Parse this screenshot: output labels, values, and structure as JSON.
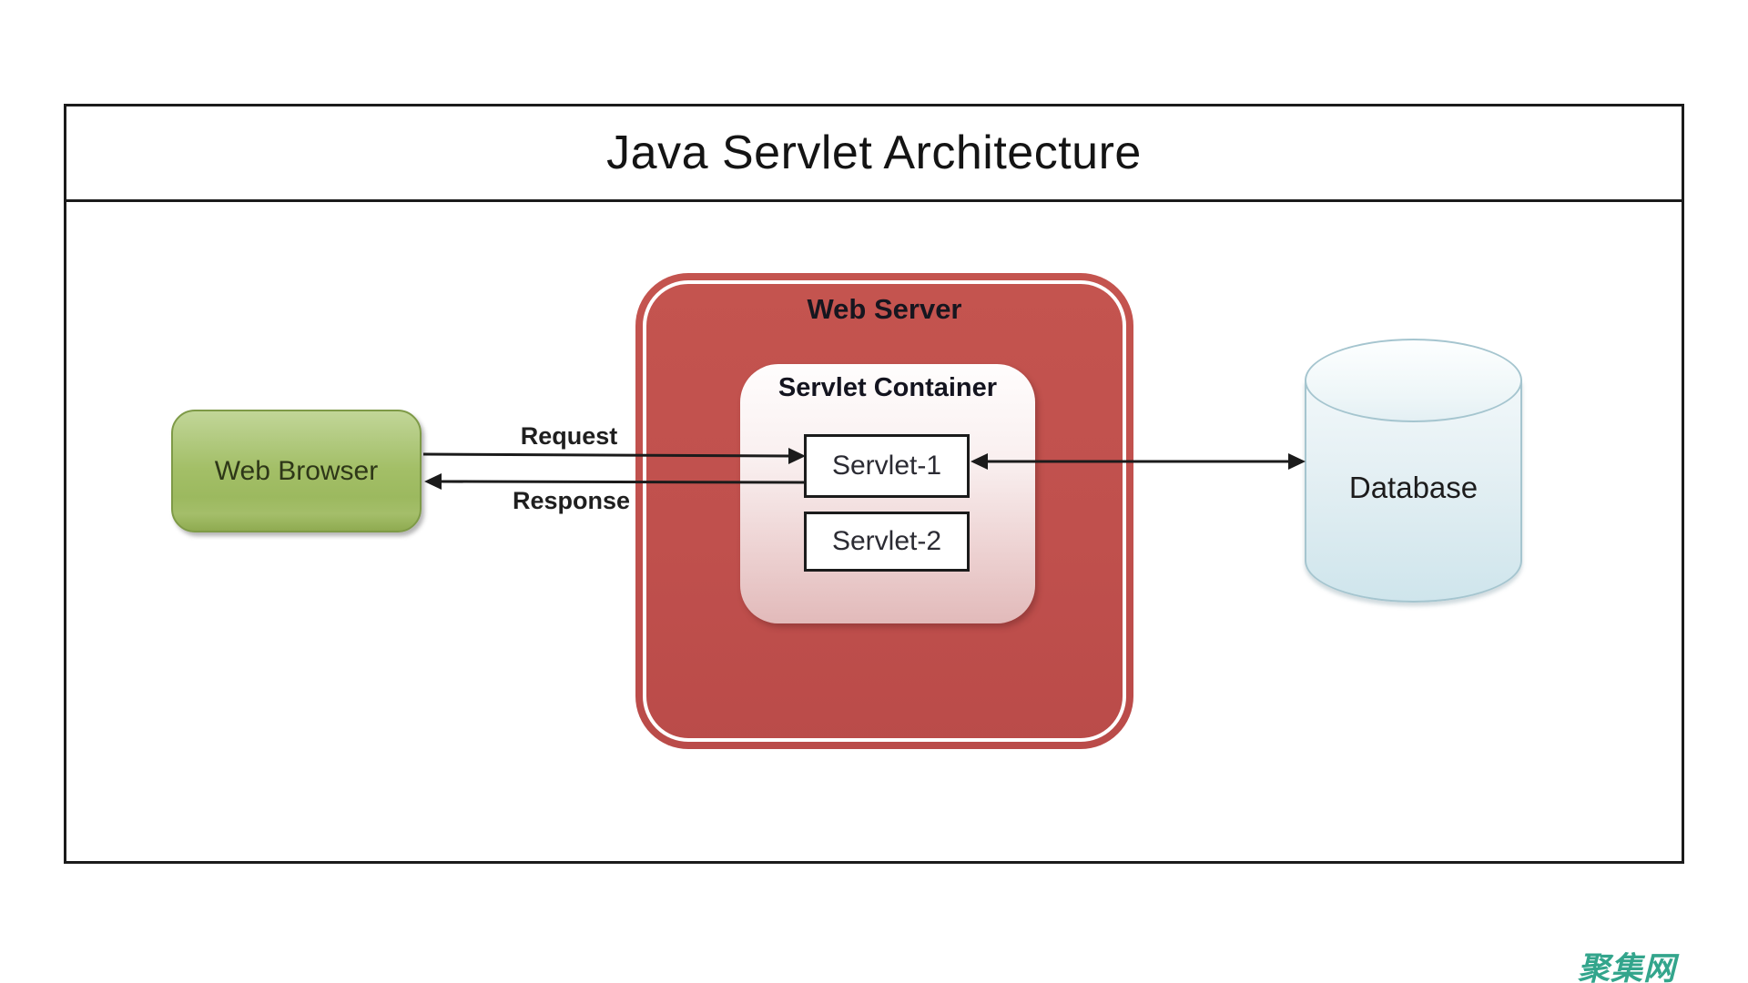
{
  "title": "Java Servlet Architecture",
  "diagram": {
    "web_browser": "Web Browser",
    "web_server": "Web Server",
    "servlet_container": "Servlet Container",
    "servlet_1": "Servlet-1",
    "servlet_2": "Servlet-2",
    "database": "Database",
    "request_label": "Request",
    "response_label": "Response"
  },
  "watermark": "聚集网",
  "colors": {
    "web_server_fill": "#c0504d",
    "web_browser_fill": "#a3bf67",
    "servlet_container_fill": "#eed4d4",
    "database_fill": "#dcecf1",
    "arrow": "#1b1b1b",
    "watermark": "#33a58c"
  }
}
